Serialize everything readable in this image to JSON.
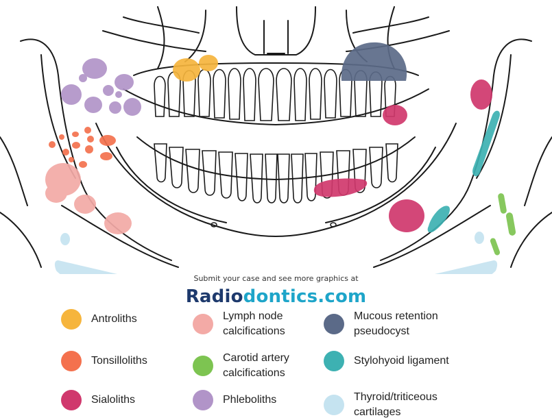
{
  "promo": {
    "text": "Submit your case and see more graphics at",
    "brand_part1": "Radio",
    "brand_part2": "dontics.com"
  },
  "legend": [
    {
      "label": "Antroliths",
      "color": "#f6b53d"
    },
    {
      "label": "Tonsilloliths",
      "color": "#f4714e"
    },
    {
      "label": "Sialoliths",
      "color": "#d0386d"
    },
    {
      "label": "Lymph node calcifications",
      "color": "#f3aaa6"
    },
    {
      "label": "Carotid artery calcifications",
      "color": "#7dc451"
    },
    {
      "label": "Phleboliths",
      "color": "#b194c8"
    },
    {
      "label": "Mucous retention pseudocyst",
      "color": "#5b6a88"
    },
    {
      "label": "Stylohyoid ligament",
      "color": "#3db1b2"
    },
    {
      "label": "Thyroid/triticeous cartilages",
      "color": "#c5e3f0"
    }
  ],
  "colors": {
    "outline": "#1a1a1a",
    "brand_dark": "#1e3a6d",
    "brand_light": "#1ea5c9"
  }
}
